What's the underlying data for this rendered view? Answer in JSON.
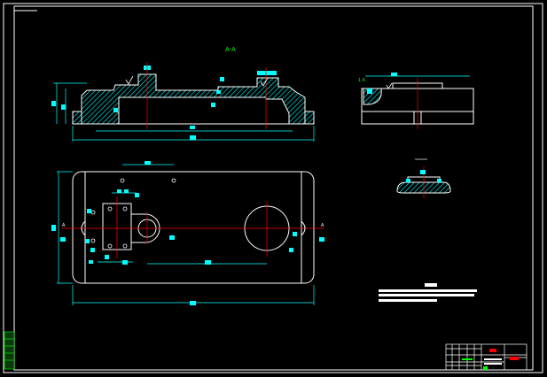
{
  "drawing": {
    "section_label": "A-A",
    "view_label_left": "A",
    "view_label_right": "A",
    "roughness_mark": "1.6"
  },
  "colors": {
    "background": "#000000",
    "outline": "#ffffff",
    "dimension": "#00ffff",
    "hatch": "#00ffff",
    "centerline": "#ff0000",
    "label": "#00ff00",
    "dim_text": "#00ffff",
    "warning": "#ff0000"
  },
  "icons": {
    "roughness": "surface-roughness-icon",
    "section_arrow": "section-arrow-icon"
  }
}
